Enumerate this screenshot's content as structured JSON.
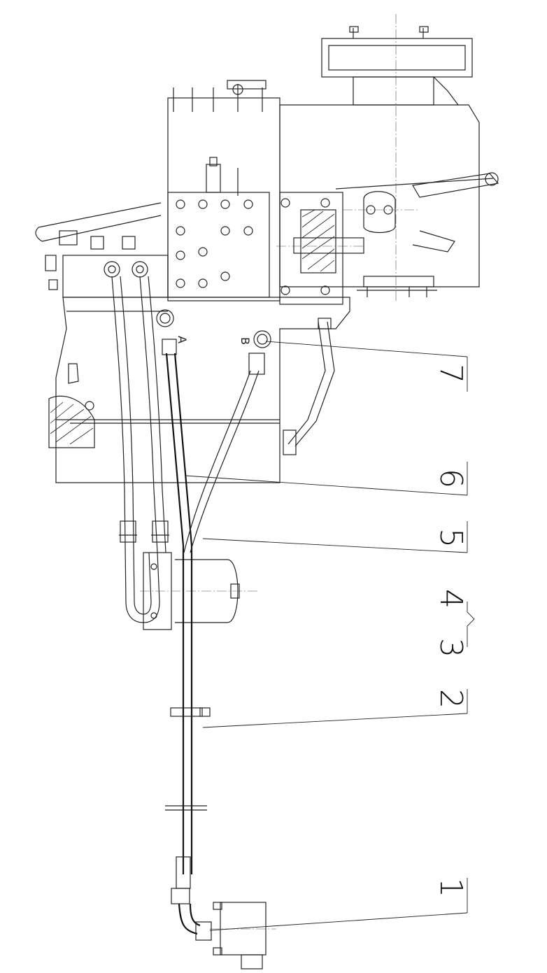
{
  "callouts": [
    {
      "label": "1"
    },
    {
      "label": "2"
    },
    {
      "label": "3"
    },
    {
      "label": "4"
    },
    {
      "label": "5"
    },
    {
      "label": "6"
    },
    {
      "label": "7"
    }
  ],
  "ports": {
    "a": "A",
    "b": "B"
  }
}
